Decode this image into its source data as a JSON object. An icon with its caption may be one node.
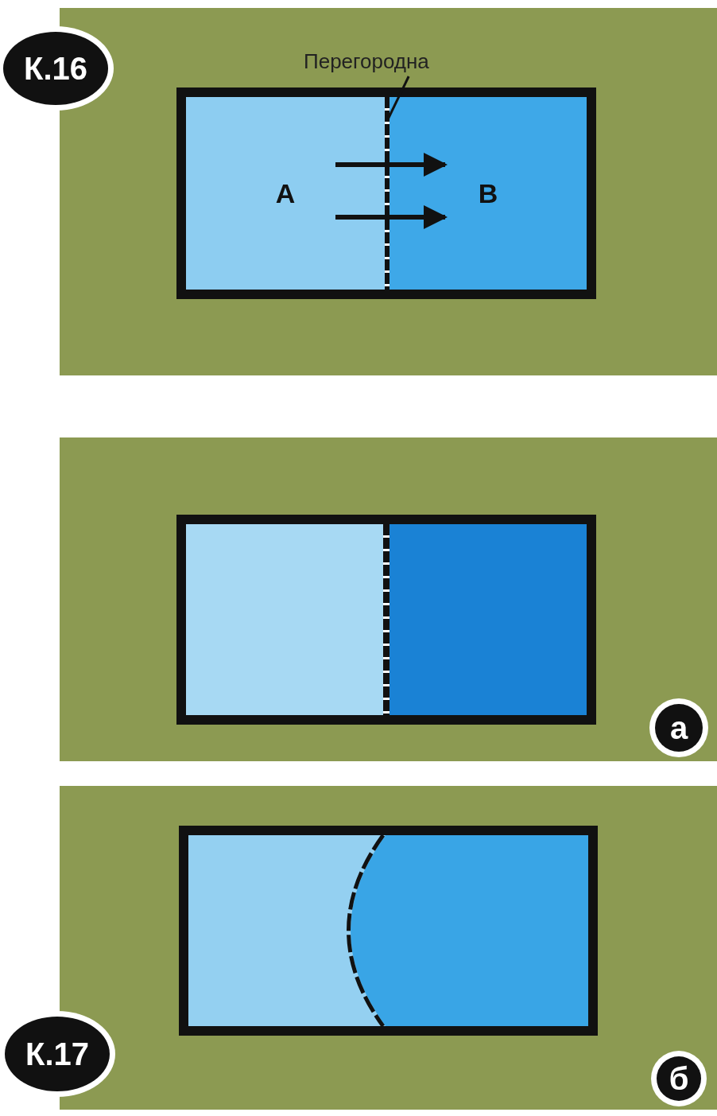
{
  "diagram": {
    "nodes": [
      {
        "text": [
          "К.16"
        ]
      },
      {
        "text": [
          "Перегородна"
        ]
      },
      {
        "text": [],
        "shape": "bar"
      },
      {
        "text": [
          "A"
        ]
      },
      {
        "text": [
          "B"
        ]
      },
      {
        "text": [],
        "shape": "box"
      },
      {
        "text": [],
        "shape": "box"
      },
      {
        "text": [
          "а"
        ]
      },
      {
        "text": [],
        "shape": "box"
      },
      {
        "text": [],
        "shape": "box"
      },
      {
        "text": [
          "К.17"
        ]
      },
      {
        "text": [
          "б"
        ]
      }
    ],
    "edges": [
      {
        "from": 1,
        "to": 2,
        "arrow": "none"
      },
      {
        "from": 3,
        "to": 4,
        "arrow": "to"
      },
      {
        "from": 3,
        "to": 4,
        "arrow": "to"
      }
    ]
  }
}
